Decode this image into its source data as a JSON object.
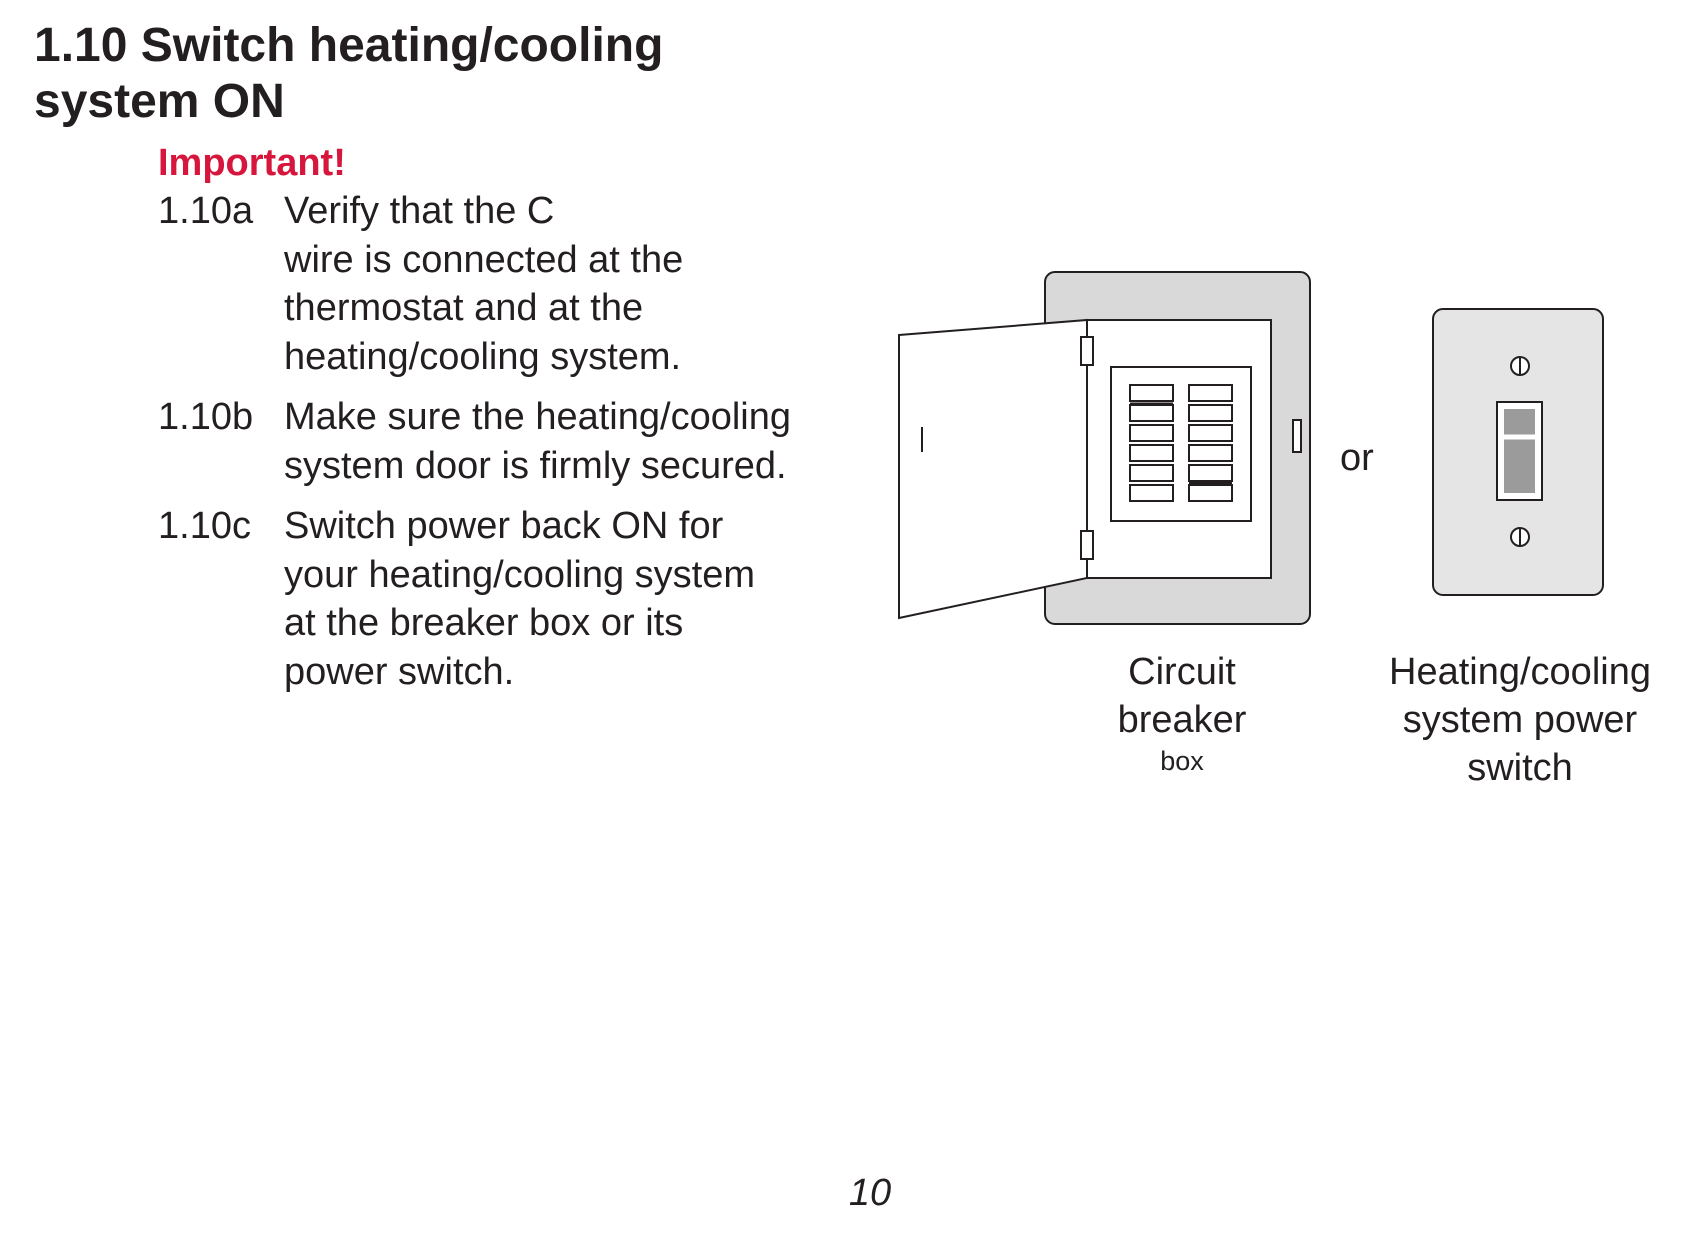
{
  "heading": {
    "line1": "1.10  Switch heating/cooling",
    "line2": "system ON"
  },
  "important_label": "Important!",
  "steps": [
    {
      "number": "1.10a",
      "lines": [
        "Verify that the C",
        "wire is connected at the",
        "thermostat and at the",
        "heating/cooling system."
      ]
    },
    {
      "number": "1.10b",
      "lines": [
        "Make sure the heating/cooling",
        "system door is firmly secured."
      ]
    },
    {
      "number": "1.10c",
      "lines": [
        "Switch power back ON for",
        "your heating/cooling system",
        "at the breaker box or its",
        "power switch."
      ]
    }
  ],
  "figure": {
    "or_text": "or",
    "breaker_caption": [
      "Circuit",
      "breaker",
      "box"
    ],
    "switch_caption": [
      "Heating/cooling",
      "system power",
      "switch"
    ]
  },
  "page_number": "10",
  "colors": {
    "accent": "#d6163c",
    "panel_gray": "#d9d9d9",
    "text": "#231f20"
  }
}
